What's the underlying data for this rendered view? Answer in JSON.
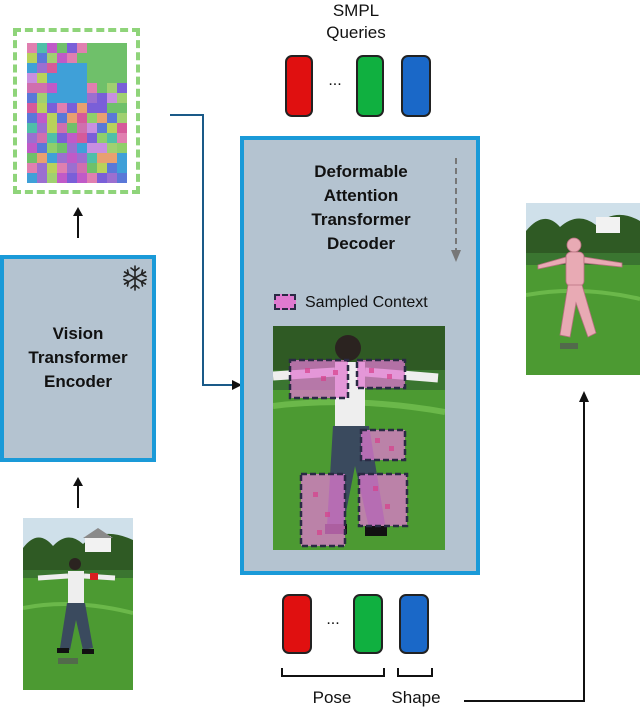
{
  "smpl_queries_label": "SMPL\nQueries",
  "encoder_label": "Vision\nTransformer\nEncoder",
  "decoder_label": "Deformable\nAttention\nTransformer\nDecoder",
  "legend_label": "Sampled Context",
  "ellipsis": "...",
  "pose_label": "Pose",
  "shape_label": "Shape",
  "colors": {
    "token_red": "#e01010",
    "token_green": "#10b040",
    "token_blue": "#1a68c8",
    "box_border": "#1a9ad8",
    "box_fill": "#b4c3d0",
    "dashed_green": "#8fd47a",
    "sample_pink": "#e07ad0"
  }
}
